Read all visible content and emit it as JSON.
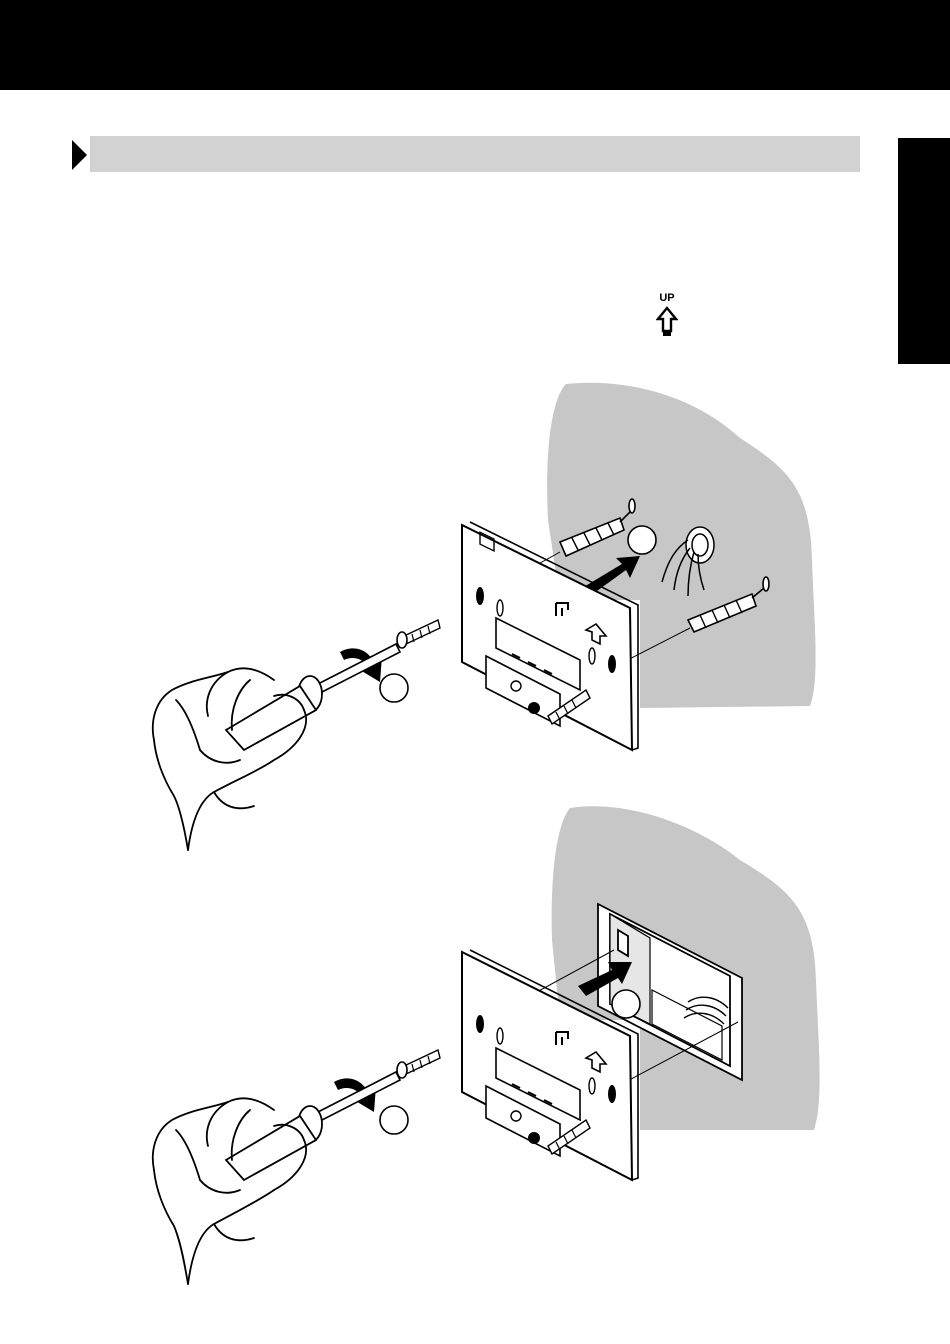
{
  "page": {
    "colors": {
      "banner": "#000000",
      "section_bar": "#d2d2d2",
      "wall": "#c7c7c7",
      "ink": "#000000"
    }
  },
  "up_indicator": {
    "label": "UP",
    "icon": "up-arrow-icon"
  },
  "figures": [
    {
      "name": "wall-plug-mounting",
      "icons": [
        "hand-icon",
        "screwdriver-icon",
        "screw-icon",
        "wall-plug-icon",
        "mounting-plate-icon",
        "wire-bundle-icon",
        "push-arrow-icon",
        "rotate-arrow-icon"
      ]
    },
    {
      "name": "wall-box-mounting",
      "icons": [
        "hand-icon",
        "screwdriver-icon",
        "screw-icon",
        "wall-box-icon",
        "mounting-plate-icon",
        "push-arrow-icon",
        "rotate-arrow-icon"
      ]
    }
  ]
}
